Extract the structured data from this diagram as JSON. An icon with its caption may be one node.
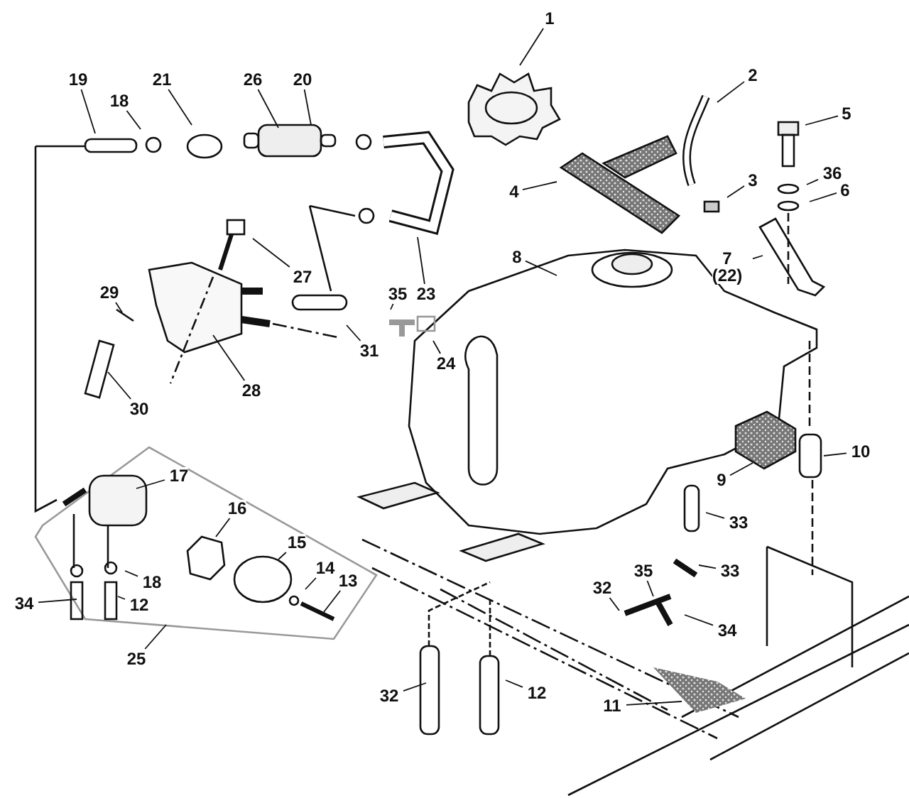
{
  "diagram": {
    "nodes": [
      {
        "text": [
          "1"
        ]
      },
      {
        "text": [
          "2"
        ]
      },
      {
        "text": [
          "3"
        ]
      },
      {
        "text": [
          "4"
        ]
      },
      {
        "text": [
          "5"
        ]
      },
      {
        "text": [
          "36"
        ]
      },
      {
        "text": [
          "6"
        ]
      },
      {
        "text": [
          "7",
          "(22)"
        ]
      },
      {
        "text": [
          "8"
        ]
      },
      {
        "text": [
          "9"
        ]
      },
      {
        "text": [
          "10"
        ]
      },
      {
        "text": [
          "19"
        ]
      },
      {
        "text": [
          "18"
        ]
      },
      {
        "text": [
          "21"
        ]
      },
      {
        "text": [
          "26"
        ]
      },
      {
        "text": [
          "20"
        ]
      },
      {
        "text": [
          "23"
        ]
      },
      {
        "text": [
          "27"
        ]
      },
      {
        "text": [
          "35"
        ]
      },
      {
        "text": [
          "24"
        ]
      },
      {
        "text": [
          "31"
        ]
      },
      {
        "text": [
          "29"
        ]
      },
      {
        "text": [
          "28"
        ]
      },
      {
        "text": [
          "30"
        ]
      },
      {
        "text": [
          "17"
        ]
      },
      {
        "text": [
          "16"
        ]
      },
      {
        "text": [
          "15"
        ]
      },
      {
        "text": [
          "14"
        ]
      },
      {
        "text": [
          "13"
        ]
      },
      {
        "text": [
          "34"
        ]
      },
      {
        "text": [
          "18"
        ]
      },
      {
        "text": [
          "12"
        ]
      },
      {
        "text": [
          "25"
        ]
      },
      {
        "text": [
          "33"
        ]
      },
      {
        "text": [
          "32"
        ]
      },
      {
        "text": [
          "35"
        ]
      },
      {
        "text": [
          "33"
        ]
      },
      {
        "text": [
          "34"
        ]
      },
      {
        "text": [
          "11"
        ]
      },
      {
        "text": [
          "32"
        ]
      },
      {
        "text": [
          "12"
        ]
      }
    ],
    "edges": [
      {
        "from": 0,
        "to": null,
        "arrow": "none"
      },
      {
        "from": 1,
        "to": null,
        "arrow": "none"
      },
      {
        "from": 2,
        "to": null,
        "arrow": "none"
      },
      {
        "from": 3,
        "to": null,
        "arrow": "none"
      },
      {
        "from": 4,
        "to": null,
        "arrow": "none"
      },
      {
        "from": 5,
        "to": null,
        "arrow": "none"
      },
      {
        "from": 6,
        "to": null,
        "arrow": "none"
      },
      {
        "from": 7,
        "to": null,
        "arrow": "none"
      },
      {
        "from": 8,
        "to": null,
        "arrow": "none"
      },
      {
        "from": 9,
        "to": null,
        "arrow": "none"
      },
      {
        "from": 10,
        "to": null,
        "arrow": "none"
      },
      {
        "from": 11,
        "to": null,
        "arrow": "none"
      },
      {
        "from": 12,
        "to": null,
        "arrow": "none"
      },
      {
        "from": 13,
        "to": null,
        "arrow": "none"
      },
      {
        "from": 14,
        "to": null,
        "arrow": "none"
      },
      {
        "from": 15,
        "to": null,
        "arrow": "none"
      },
      {
        "from": 16,
        "to": null,
        "arrow": "none"
      },
      {
        "from": 17,
        "to": null,
        "arrow": "none"
      },
      {
        "from": 18,
        "to": null,
        "arrow": "none"
      },
      {
        "from": 19,
        "to": null,
        "arrow": "none"
      },
      {
        "from": 20,
        "to": null,
        "arrow": "none"
      },
      {
        "from": 21,
        "to": null,
        "arrow": "none"
      },
      {
        "from": 22,
        "to": null,
        "arrow": "none"
      },
      {
        "from": 23,
        "to": null,
        "arrow": "none"
      },
      {
        "from": 24,
        "to": null,
        "arrow": "none"
      },
      {
        "from": 25,
        "to": null,
        "arrow": "none"
      },
      {
        "from": 26,
        "to": null,
        "arrow": "none"
      },
      {
        "from": 27,
        "to": null,
        "arrow": "none"
      },
      {
        "from": 28,
        "to": null,
        "arrow": "none"
      },
      {
        "from": 29,
        "to": null,
        "arrow": "none"
      },
      {
        "from": 30,
        "to": null,
        "arrow": "none"
      },
      {
        "from": 31,
        "to": null,
        "arrow": "none"
      },
      {
        "from": 32,
        "to": null,
        "arrow": "none"
      },
      {
        "from": 33,
        "to": null,
        "arrow": "none"
      },
      {
        "from": 34,
        "to": null,
        "arrow": "none"
      },
      {
        "from": 35,
        "to": null,
        "arrow": "none"
      },
      {
        "from": 36,
        "to": null,
        "arrow": "none"
      },
      {
        "from": 37,
        "to": null,
        "arrow": "none"
      },
      {
        "from": 38,
        "to": null,
        "arrow": "none"
      },
      {
        "from": 39,
        "to": null,
        "arrow": "none"
      },
      {
        "from": 40,
        "to": null,
        "arrow": "none"
      }
    ]
  }
}
